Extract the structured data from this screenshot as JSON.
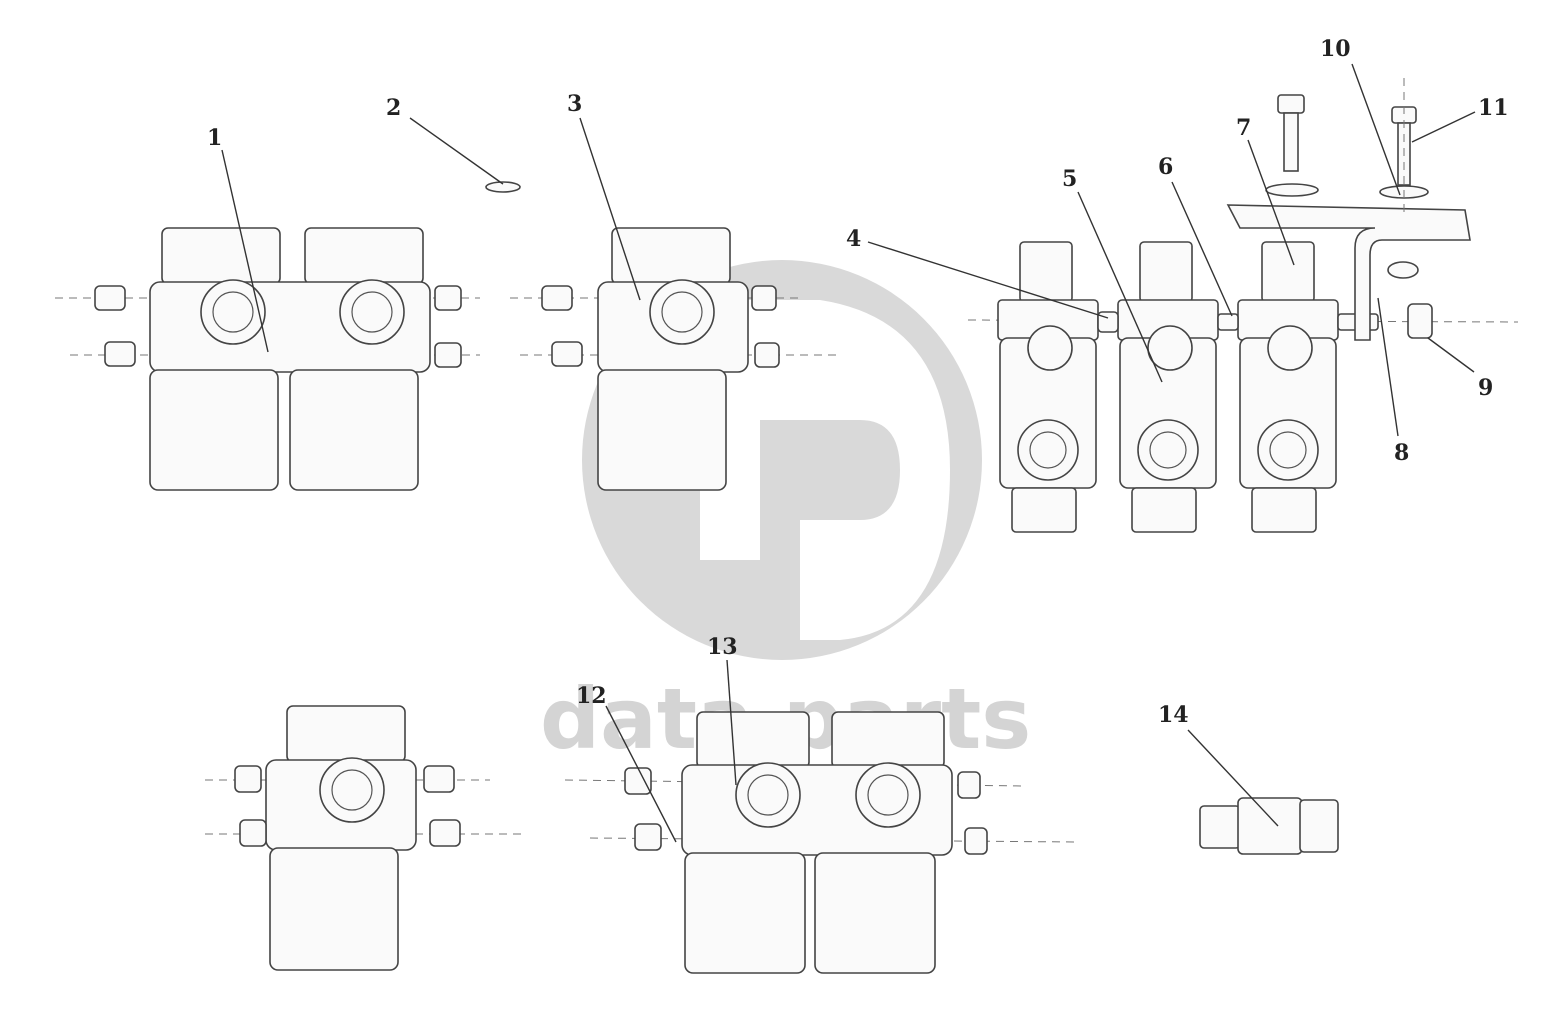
{
  "watermark": {
    "text": "data parts",
    "color": "#d4d4d4"
  },
  "callouts": [
    {
      "id": "1",
      "text": "1"
    },
    {
      "id": "2",
      "text": "2"
    },
    {
      "id": "3",
      "text": "3"
    },
    {
      "id": "4",
      "text": "4"
    },
    {
      "id": "5",
      "text": "5"
    },
    {
      "id": "6",
      "text": "6"
    },
    {
      "id": "7",
      "text": "7"
    },
    {
      "id": "8",
      "text": "8"
    },
    {
      "id": "9",
      "text": "9"
    },
    {
      "id": "10",
      "text": "10"
    },
    {
      "id": "11",
      "text": "11"
    },
    {
      "id": "12",
      "text": "12"
    },
    {
      "id": "13",
      "text": "13"
    },
    {
      "id": "14",
      "text": "14"
    }
  ]
}
